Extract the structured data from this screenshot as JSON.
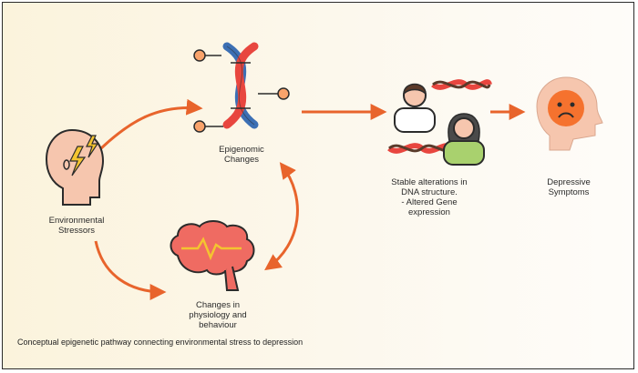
{
  "nodes": {
    "environmental_stressors": "Environmental\nStressors",
    "epigenomic_changes": "Epigenomic\nChanges",
    "physiology_changes": "Changes in\nphysiology and\nbehaviour",
    "dna_alterations": "Stable alterations in\nDNA structure.\n- Altered Gene\nexpression",
    "depressive_symptoms": "Depressive\nSymptoms"
  },
  "caption": "Conceptual epigenetic pathway connecting environmental stress to depression",
  "colors": {
    "arrow": "#e8642c",
    "skin": "#f6c6ae",
    "outline": "#2b2b2b",
    "dna_red": "#e8463f",
    "dna_blue": "#3c6fb4",
    "brain": "#ef6b62",
    "spark": "#f4c430",
    "sad_face": "#f5722e",
    "hair": "#5b3a29",
    "shirt_green": "#a9d16e"
  },
  "icons": [
    "stressed-head-icon",
    "dna-helix-icon",
    "brain-icon",
    "scientists-dna-icon",
    "sad-head-icon"
  ]
}
